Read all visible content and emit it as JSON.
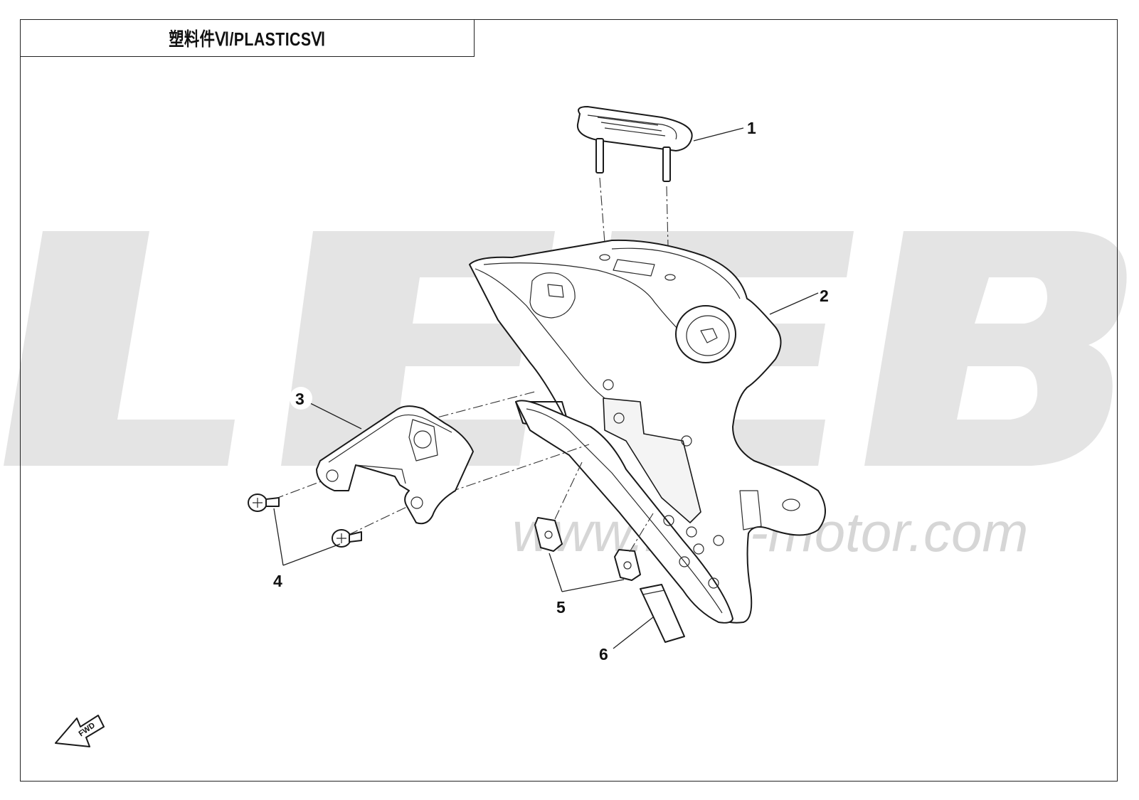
{
  "title": "塑料件Ⅵ/PLASTICSⅥ",
  "watermark": {
    "brand": "LEEB",
    "url": "www.leeb-motor.com"
  },
  "callouts": [
    {
      "id": "1",
      "label": "1"
    },
    {
      "id": "2",
      "label": "2"
    },
    {
      "id": "3",
      "label": "3"
    },
    {
      "id": "4",
      "label": "4"
    },
    {
      "id": "5",
      "label": "5"
    },
    {
      "id": "6",
      "label": "6"
    }
  ],
  "fwd_label": "FWD",
  "colors": {
    "line": "#1a1a1a",
    "watermark": "#e2e2e2",
    "background": "#ffffff"
  }
}
